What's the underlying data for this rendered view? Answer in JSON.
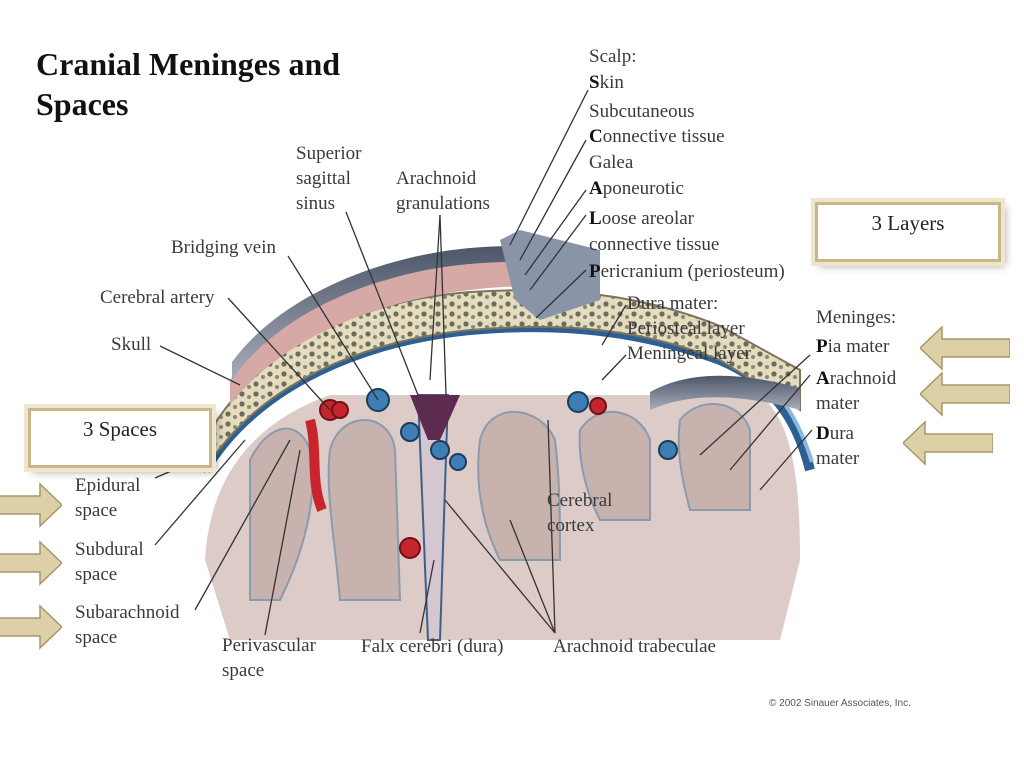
{
  "title": "Cranial Meninges and Spaces",
  "scalp": {
    "heading": "Scalp:",
    "layers": [
      {
        "initial": "S",
        "rest": "kin"
      },
      {
        "initial": "",
        "rest": "Subcutaneous"
      },
      {
        "initial": "C",
        "rest": "onnective tissue"
      },
      {
        "initial": "",
        "rest": "Galea"
      },
      {
        "initial": "A",
        "rest": "poneurotic"
      },
      {
        "initial": "L",
        "rest": "oose areolar"
      },
      {
        "initial": "",
        "rest": "connective tissue"
      },
      {
        "initial": "P",
        "rest": "ericranium (periosteum)"
      }
    ]
  },
  "labels": {
    "superior_sagittal_sinus": [
      "Superior",
      "sagittal",
      "sinus"
    ],
    "arachnoid_granulations": [
      "Arachnoid",
      "granulations"
    ],
    "bridging_vein": "Bridging vein",
    "cerebral_artery": "Cerebral artery",
    "skull": "Skull",
    "dura_mater": [
      "Dura mater:",
      "Periosteal layer",
      "Meningeal layer"
    ],
    "meninges_heading": "Meninges:",
    "pia": {
      "initial": "P",
      "rest": "ia mater"
    },
    "arachnoid": {
      "initial": "A",
      "rest": "rachnoid",
      "line2": "mater"
    },
    "dura": {
      "initial": "D",
      "rest": "ura",
      "line2": "mater"
    },
    "cerebral_cortex": [
      "Cerebral",
      "cortex"
    ],
    "epidural_space": [
      "Epidural",
      "space"
    ],
    "subdural_space": [
      "Subdural",
      "space"
    ],
    "subarachnoid_space": [
      "Subarachnoid",
      "space"
    ],
    "perivascular_space": [
      "Perivascular",
      "space"
    ],
    "falx_cerebri": "Falx cerebri (dura)",
    "arachnoid_trabeculae": "Arachnoid trabeculae"
  },
  "boxes": {
    "layers": "3 Layers",
    "spaces": "3 Spaces"
  },
  "copyright": "© 2002 Sinauer Associates, Inc.",
  "colors": {
    "arrow_fill": "#ddd0a6",
    "box_border": "#c9b78a",
    "artery": "#c8242e",
    "vein": "#3d7fb5",
    "brain": "#d9c6c2"
  }
}
